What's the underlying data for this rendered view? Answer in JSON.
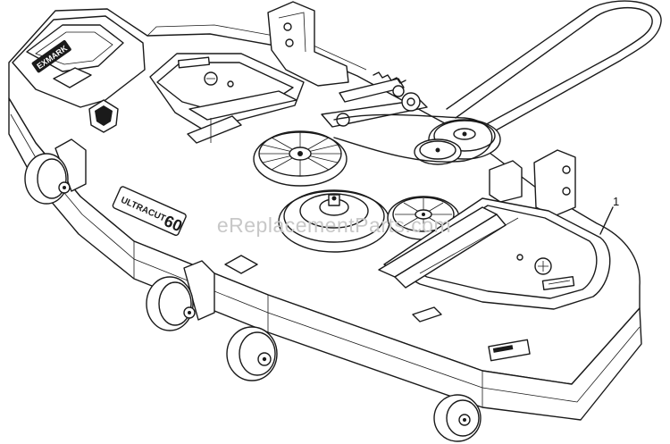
{
  "diagram": {
    "callouts": [
      {
        "label": "1"
      }
    ],
    "decals": {
      "brand": "EXMARK",
      "product": "ULTRACUT",
      "deck_size": "60"
    },
    "watermark": "eReplacementParts.com"
  }
}
